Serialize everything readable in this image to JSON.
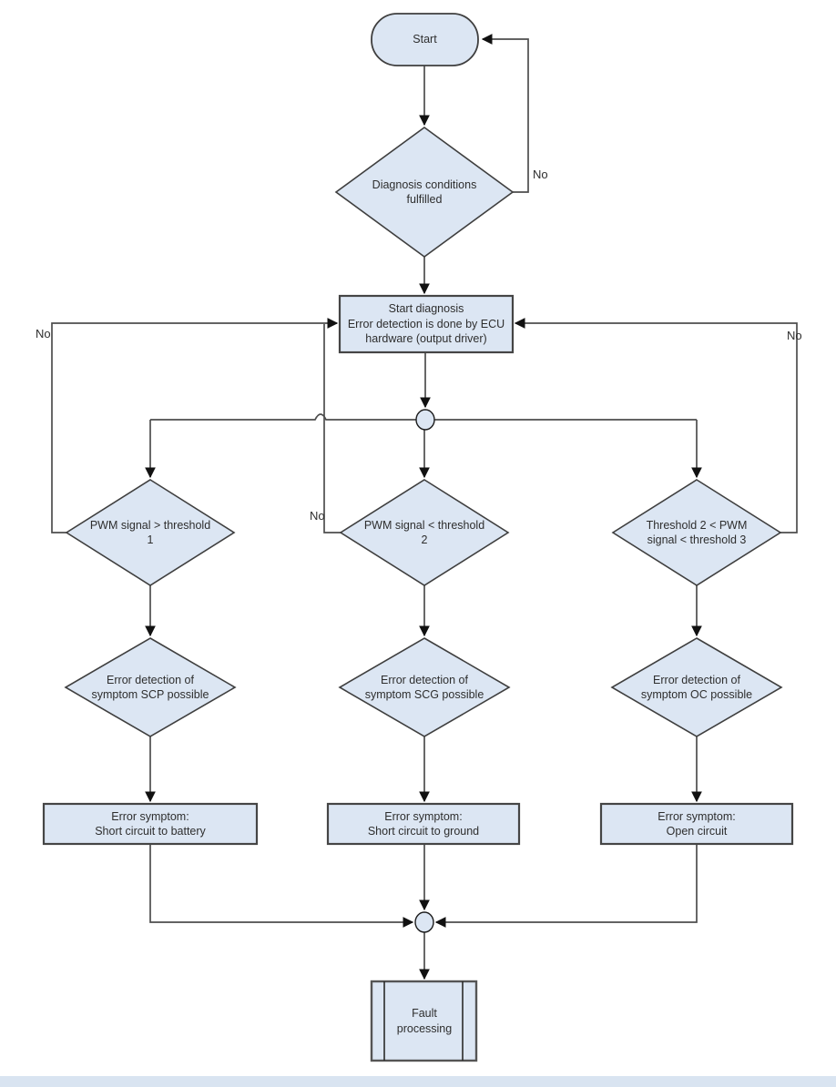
{
  "colors": {
    "node_fill": "#dce6f3",
    "node_border": "#3f3f3f",
    "connector": "#4d4d4d",
    "arrow": "#111111",
    "text": "#2e2e2e",
    "footer_strip": "#d9e4f1"
  },
  "flowchart": {
    "nodes": {
      "start": {
        "type": "terminator",
        "label": "Start"
      },
      "diagnosis_conditions": {
        "type": "decision",
        "label": "Diagnosis conditions\nfulfilled"
      },
      "start_diagnosis": {
        "type": "process",
        "label": "Start diagnosis\nError detection is done by ECU\nhardware (output driver)"
      },
      "junction_top": {
        "type": "connector-circle"
      },
      "pwm_gt_threshold1": {
        "type": "decision",
        "label": "PWM signal > threshold\n1"
      },
      "pwm_lt_threshold2": {
        "type": "decision",
        "label": "PWM signal < threshold\n2"
      },
      "threshold2_pwm_threshold3": {
        "type": "decision",
        "label": "Threshold 2 < PWM\nsignal < threshold 3"
      },
      "scp_possible": {
        "type": "decision",
        "label": "Error detection of\nsymptom SCP possible"
      },
      "scg_possible": {
        "type": "decision",
        "label": "Error detection of\nsymptom SCG possible"
      },
      "oc_possible": {
        "type": "decision",
        "label": "Error detection of\nsymptom OC possible"
      },
      "symptom_battery": {
        "type": "process",
        "label": "Error symptom:\nShort circuit to battery"
      },
      "symptom_ground": {
        "type": "process",
        "label": "Error symptom:\nShort circuit to ground"
      },
      "symptom_open": {
        "type": "process",
        "label": "Error symptom:\nOpen circuit"
      },
      "junction_bottom": {
        "type": "connector-circle"
      },
      "fault_processing": {
        "type": "predefined-process",
        "label": "Fault\nprocessing"
      }
    },
    "edge_labels": {
      "no_top_loop": "No",
      "no_left": "No",
      "no_middle": "No",
      "no_right": "No"
    }
  }
}
